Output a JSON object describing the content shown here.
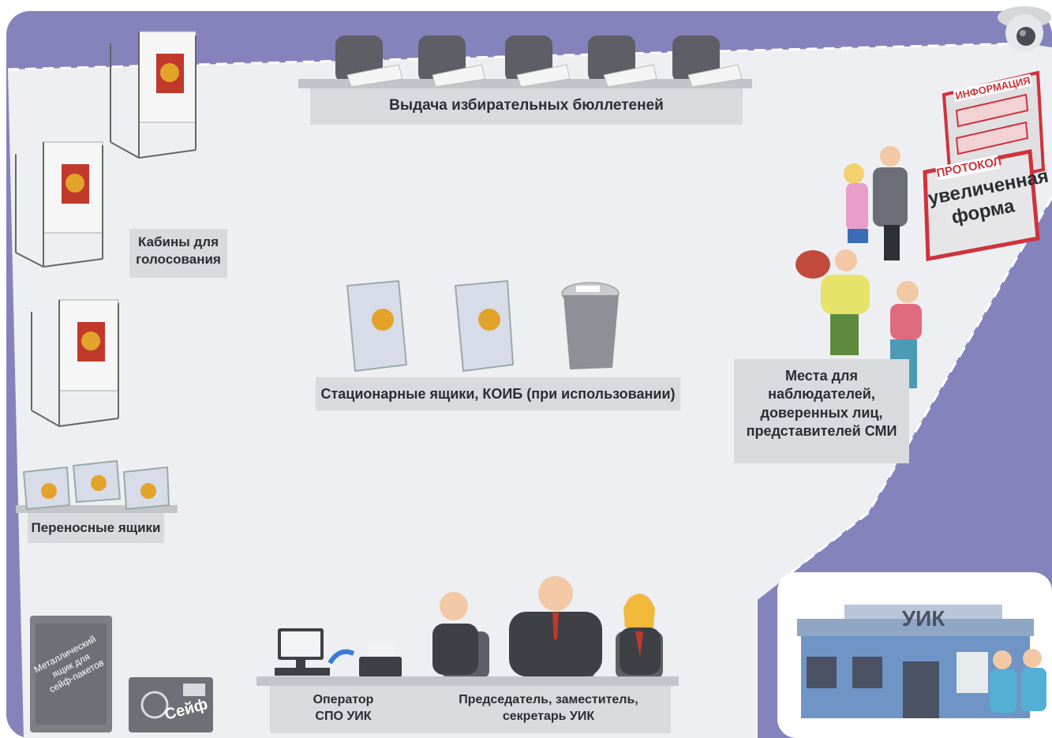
{
  "labels": {
    "ballots": "Выдача избирательных бюллетеней",
    "booths_line1": "Кабины для",
    "booths_line2": "голосования",
    "stationary": "Стационарные ящики, КОИБ (при использовании)",
    "portable": "Переносные ящики",
    "observers_line1": "Места для",
    "observers_line2": "наблюдателей,",
    "observers_line3": "доверенных лиц,",
    "observers_line4": "представителей СМИ",
    "operator_line1": "Оператор",
    "operator_line2": "СПО УИК",
    "chair_line1": "Председатель, заместитель,",
    "chair_line2": "секретарь УИК",
    "metal_box_line1": "Металлический",
    "metal_box_line2": "ящик для",
    "metal_box_line3": "сейф-пакетов",
    "safe": "Сейф"
  },
  "signs": {
    "information": "ИНФОРМАЦИЯ",
    "protocol": "ПРОТОКОЛ",
    "enlarged_line1": "увеличенная",
    "enlarged_line2": "форма"
  },
  "building": {
    "name": "УИК"
  },
  "colors": {
    "wall": "#8583bc",
    "floor": "#eeeff2",
    "label_bg": "#d9dadd",
    "flag_red": "#c0392b",
    "coat_gold": "#e3a32a"
  }
}
